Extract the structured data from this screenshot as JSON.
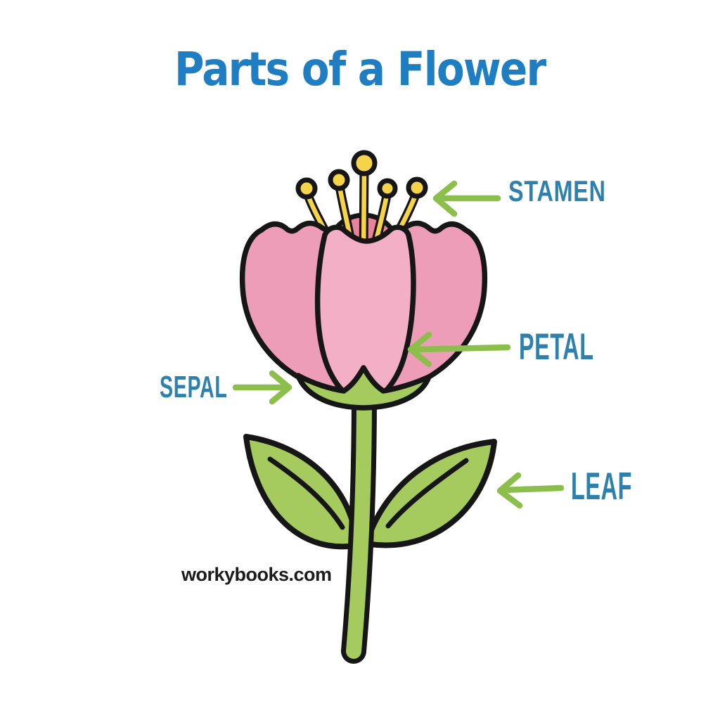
{
  "title": {
    "text": "Parts of a Flower"
  },
  "labels": {
    "stamen": {
      "text": "STAMEN"
    },
    "petal": {
      "text": "PETAL"
    },
    "sepal": {
      "text": "SEPAL"
    },
    "leaf": {
      "text": "LEAF"
    }
  },
  "watermark": {
    "text": "workybooks.com"
  },
  "diagram": {
    "type": "labeled-illustration",
    "subject": "flower",
    "parts_labeled": [
      "STAMEN",
      "PETAL",
      "SEPAL",
      "LEAF"
    ],
    "stamen_count": 5
  },
  "colors": {
    "title_blue": "#1f7ec2",
    "label_blue": "#2e81ad",
    "arrow_green": "#8cbe4b",
    "petal_pink_outer": "#ee9db9",
    "petal_pink_center": "#f2afc5",
    "flower_center_pink": "#e8829f",
    "stamen_yellow": "#f6d44a",
    "foliage_green": "#a5cb5f",
    "outline_black": "#161616",
    "background": "#ffffff"
  }
}
